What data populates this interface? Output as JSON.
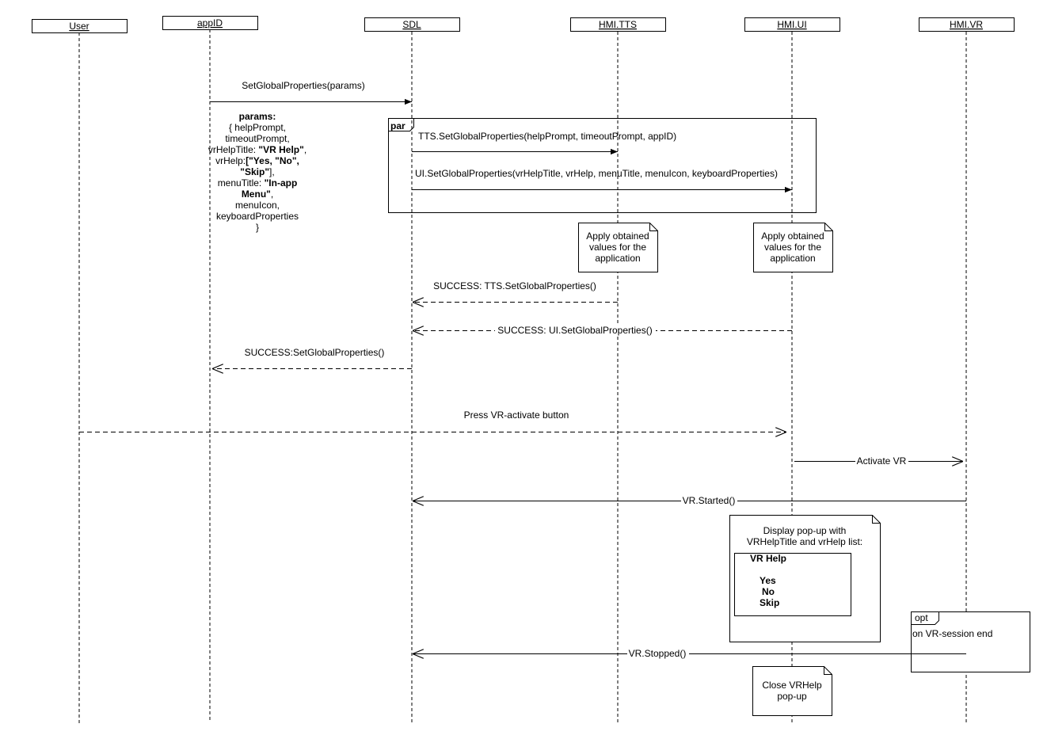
{
  "lifelines": [
    "User",
    "appID",
    "SDL",
    "HMI.TTS",
    "HMI.UI",
    "HMI.VR"
  ],
  "messages": {
    "set_global": "SetGlobalProperties(params)",
    "tts_set": "TTS.SetGlobalProperties(helpPrompt, timeoutPrompt, appID)",
    "ui_set": "UI.SetGlobalProperties(vrHelpTitle, vrHelp, menuTitle, menuIcon, keyboardProperties)",
    "tts_success": "SUCCESS: TTS.SetGlobalProperties()",
    "ui_success": "SUCCESS: UI.SetGlobalProperties()",
    "global_success": "SUCCESS:SetGlobalProperties()",
    "press_vr": "Press VR-activate button",
    "activate_vr": "Activate VR",
    "vr_started": "VR.Started()",
    "vr_stopped": "VR.Stopped()"
  },
  "fragments": {
    "par": "par",
    "opt": "opt",
    "opt_condition": "on VR-session end"
  },
  "params_note": {
    "l1": "params:",
    "l2": "{ helpPrompt,",
    "l3": "timeoutPrompt,",
    "l4a": "vrHelpTitle: ",
    "l4b": "\"VR Help\"",
    "l4c": ",",
    "l5a": "vrHelp:",
    "l5b": "[\"Yes, \"No\",",
    "l6a": "\"Skip\"",
    "l6b": "],",
    "l7a": "menuTitle: ",
    "l7b": "\"In-app",
    "l8a": "Menu\"",
    "l8b": ",",
    "l9": "menuIcon,",
    "l10": "keyboardProperties",
    "l11": "}"
  },
  "notes": {
    "tts_apply": [
      "Apply obtained",
      "values for the",
      "application"
    ],
    "ui_apply": [
      "Apply obtained",
      "values for the",
      "application"
    ],
    "display_popup": [
      "Display pop-up with",
      "VRHelpTitle and vrHelp list:"
    ],
    "popup_title": "VR Help",
    "popup_items": [
      "Yes",
      "No",
      "Skip"
    ],
    "close_popup": [
      "Close VRHelp",
      "pop-up"
    ]
  }
}
